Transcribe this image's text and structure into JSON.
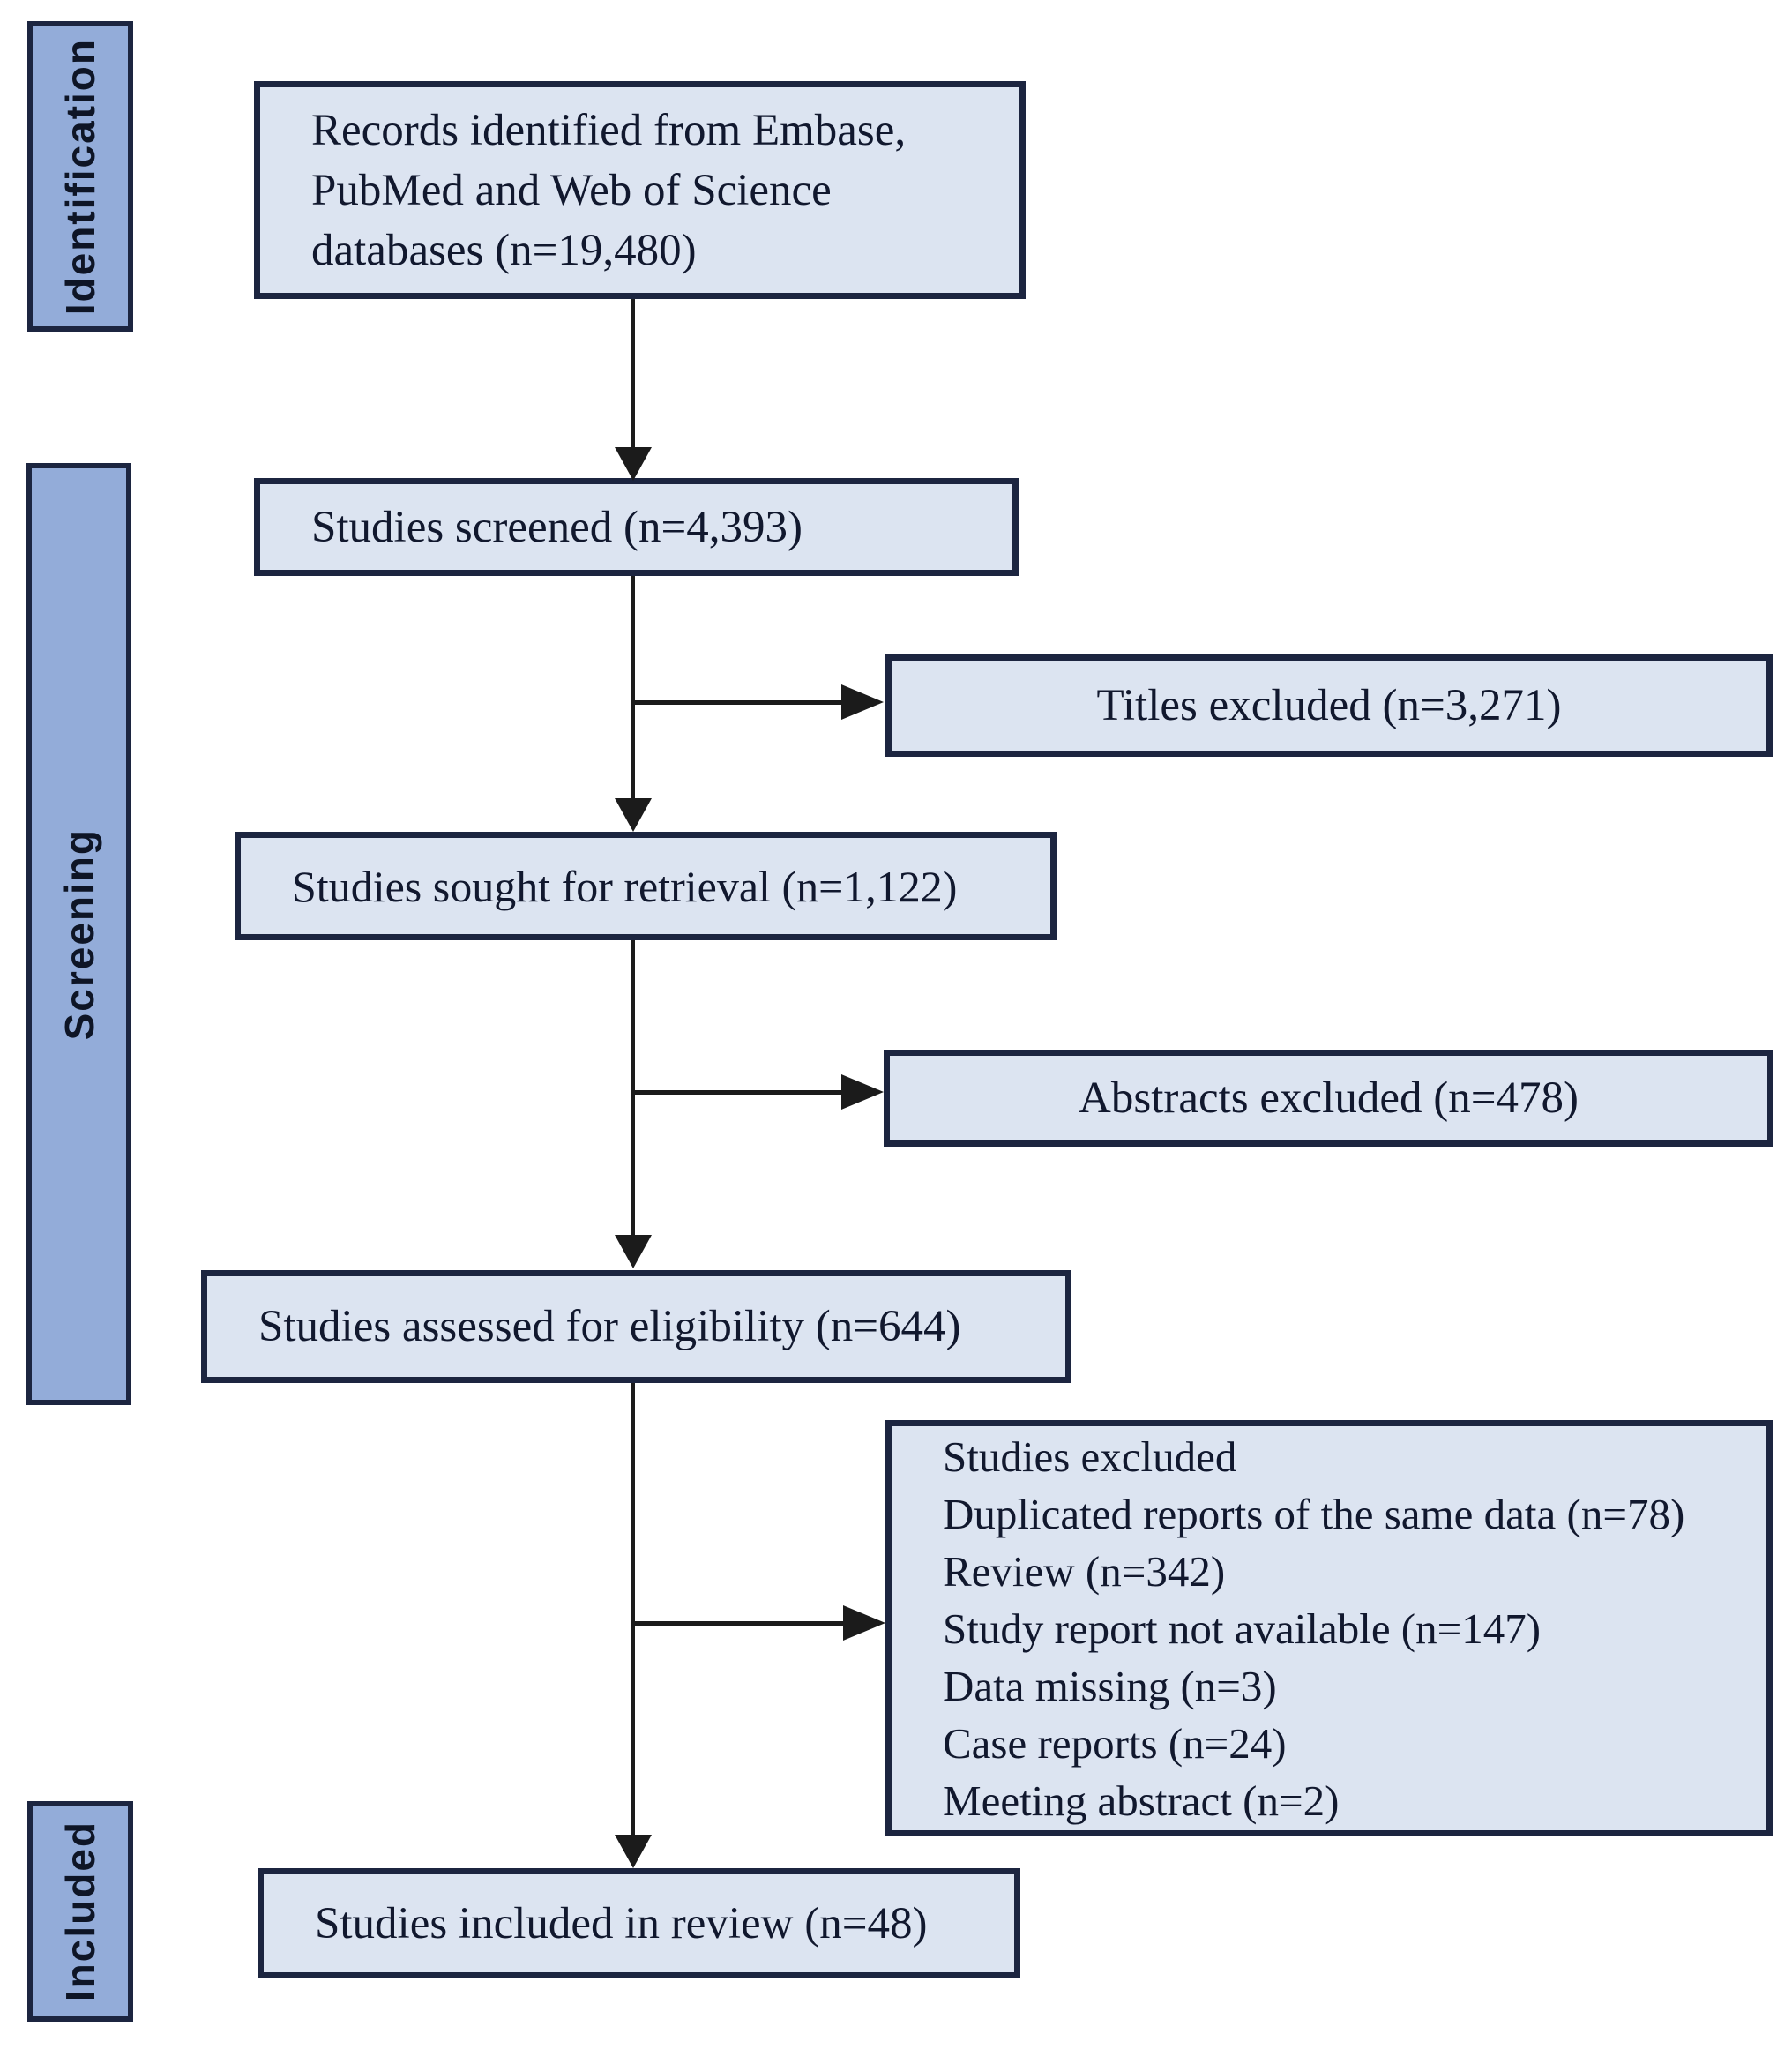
{
  "sidebar": {
    "identification": "Identification",
    "screening": "Screening",
    "included": "Included"
  },
  "boxes": {
    "records_identified": {
      "lines": [
        "Records identified from Embase,",
        "PubMed and Web of Science",
        "databases (n=19,480)"
      ]
    },
    "studies_screened": "Studies screened (n=4,393)",
    "titles_excluded": "Titles excluded (n=3,271)",
    "studies_sought": "Studies sought for retrieval (n=1,122)",
    "abstracts_excluded": "Abstracts excluded (n=478)",
    "studies_assessed": "Studies assessed for eligibility (n=644)",
    "studies_excluded": {
      "lines": [
        "Studies excluded",
        "Duplicated reports of the same data (n=78)",
        "Review (n=342)",
        "Study report not available (n=147)",
        "Data missing (n=3)",
        "Case reports (n=24)",
        "Meeting abstract (n=2)"
      ]
    },
    "studies_included": "Studies included in review (n=48)"
  },
  "colors": {
    "sidebar_fill": "#93acd9",
    "box_fill": "#dce4f1",
    "border": "#1c2540",
    "arrow": "#1b1b1b",
    "text": "#11182e",
    "background": "#ffffff"
  }
}
